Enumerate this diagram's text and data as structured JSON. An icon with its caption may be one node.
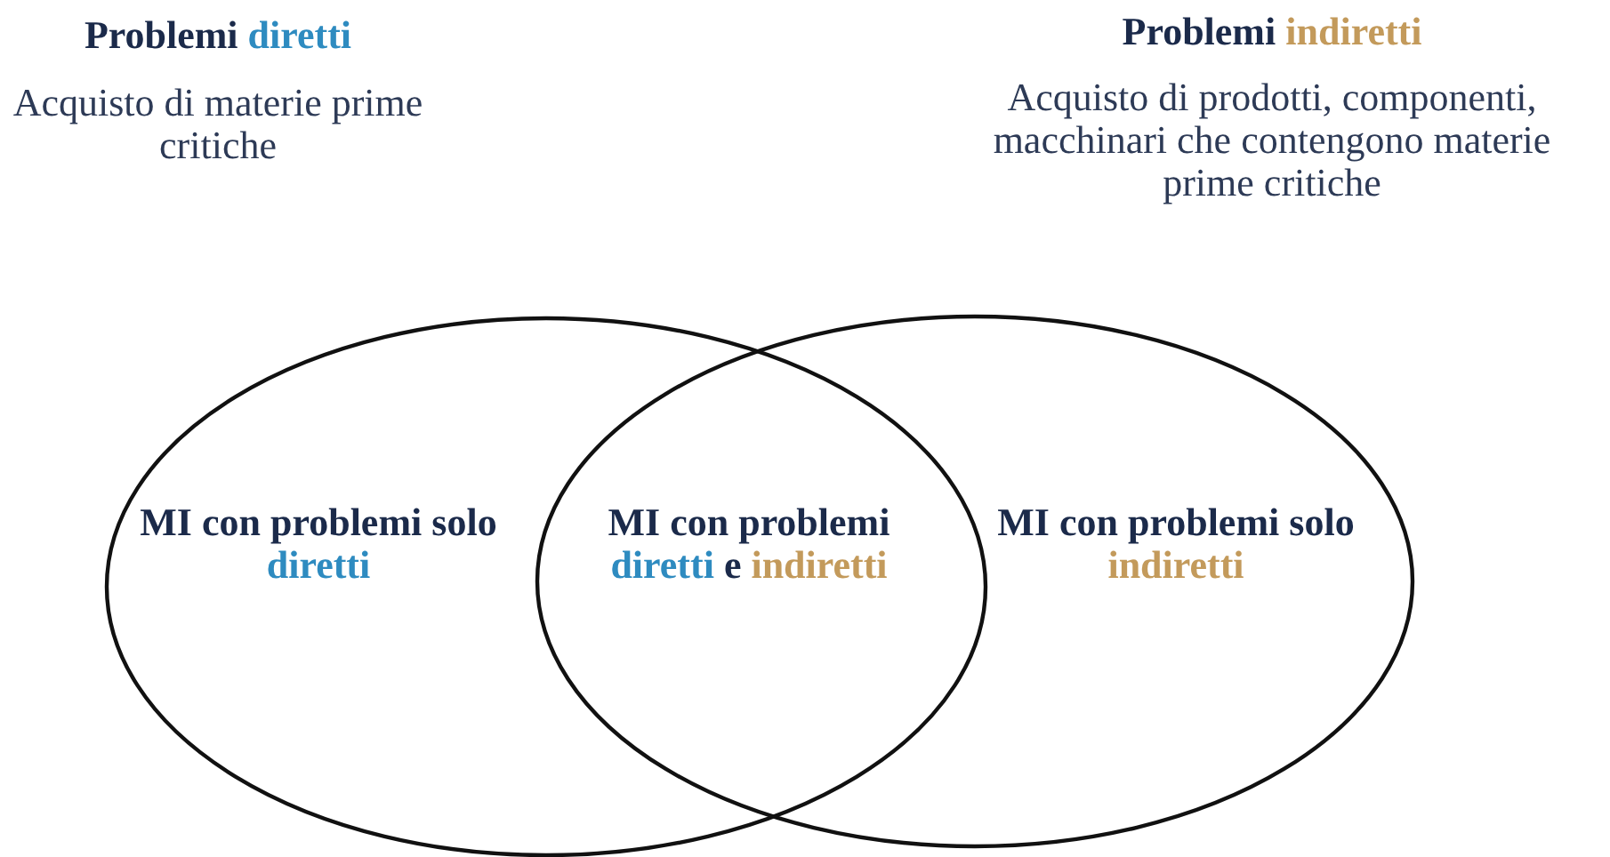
{
  "diagram": {
    "nodes": [
      {
        "text": [
          "MI con problemi solo diretti"
        ],
        "beside": [
          "Problemi diretti",
          "Acquisto di materie prime critiche"
        ]
      },
      {
        "text": [
          "MI con problemi solo indiretti"
        ],
        "beside": [
          "Problemi indiretti",
          "Acquisto di prodotti, componenti, macchinari che contengono materie prime critiche"
        ]
      }
    ],
    "labels": [
      "MI con problemi diretti e indiretti"
    ]
  }
}
